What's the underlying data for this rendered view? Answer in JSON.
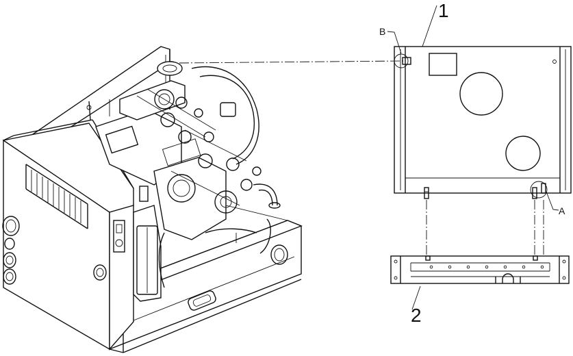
{
  "callouts": {
    "part_1": "1",
    "part_2": "2",
    "detail_a": "A",
    "detail_b": "B"
  }
}
